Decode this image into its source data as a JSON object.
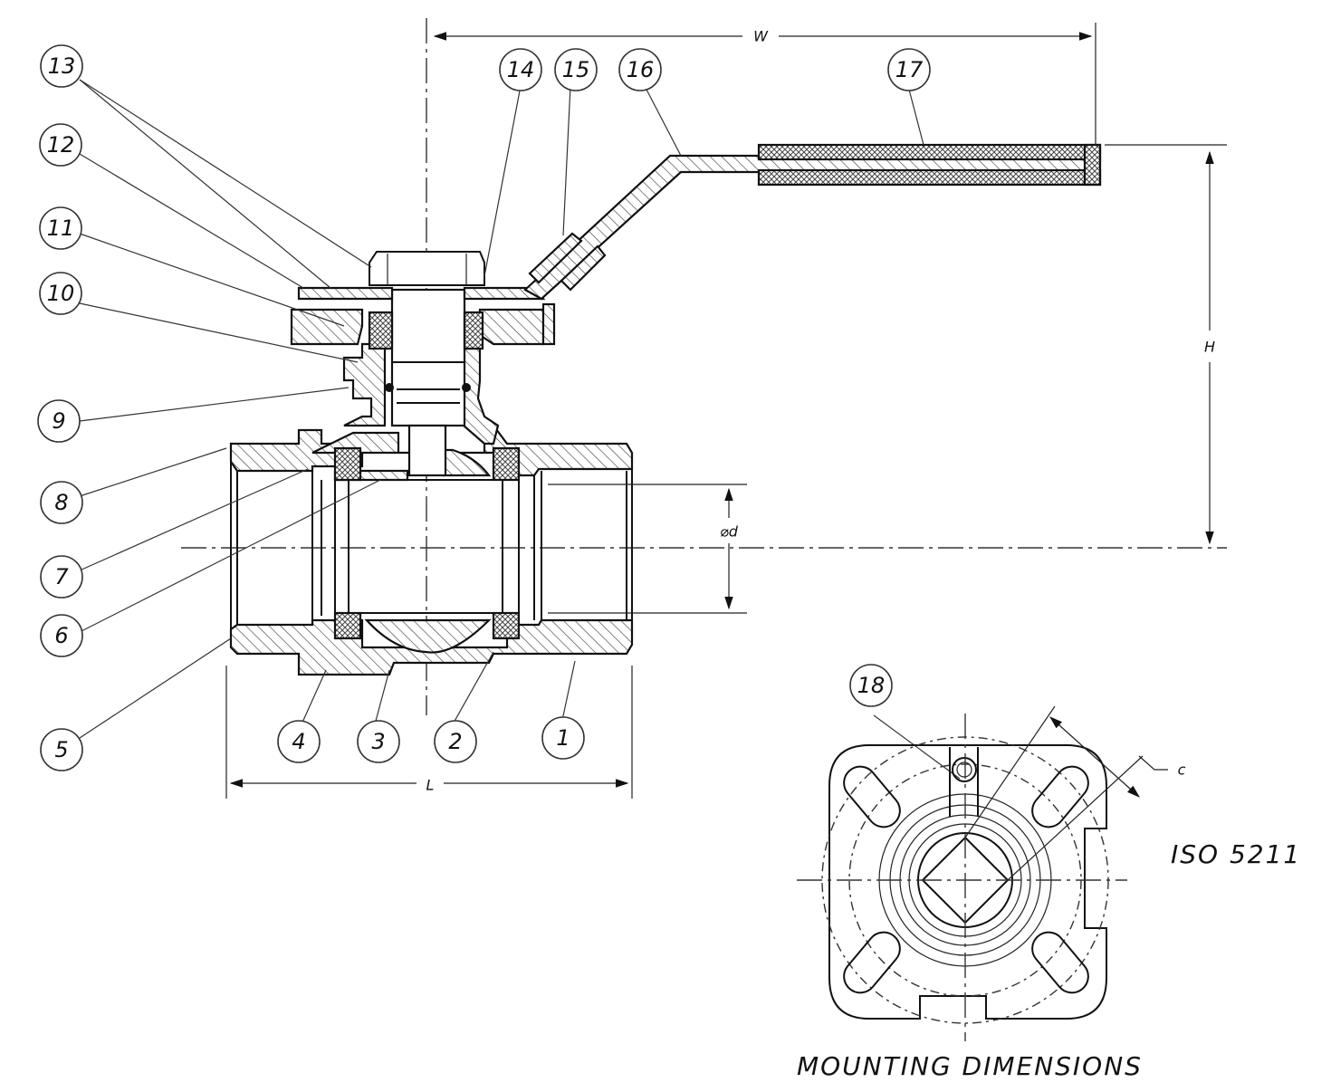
{
  "drawing": {
    "type": "ball-valve-sectional-assembly",
    "part_numbers": [
      "1",
      "2",
      "3",
      "4",
      "5",
      "6",
      "7",
      "8",
      "9",
      "10",
      "11",
      "12",
      "13",
      "14",
      "15",
      "16",
      "17",
      "18"
    ],
    "dimensions": {
      "width_label": "W",
      "height_label": "H",
      "length_label": "L",
      "bore_label": "⌀d",
      "mounting_label": "c"
    },
    "standard": "ISO  5211",
    "mounting_caption": "MOUNTING  DIMENSIONS",
    "colors": {
      "ink": "#111111",
      "paper": "#ffffff"
    }
  }
}
